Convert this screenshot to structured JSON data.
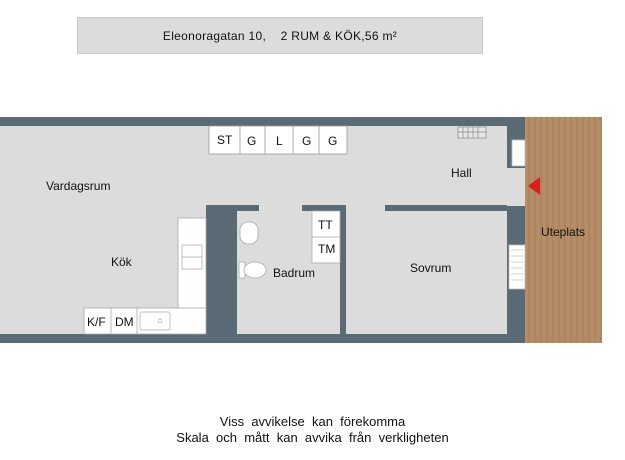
{
  "header": {
    "title": "Eleonoragatan 10,    2 RUM & KÖK,56 m²"
  },
  "rooms": {
    "vardagsrum": "Vardagsrum",
    "kok": "Kök",
    "hall": "Hall",
    "badrum": "Badrum",
    "sovrum": "Sovrum",
    "uteplats": "Uteplats"
  },
  "closets": [
    "ST",
    "G",
    "L",
    "G",
    "G"
  ],
  "bath_fixtures": {
    "tt": "TT",
    "tm": "TM"
  },
  "kitchen_fixtures": {
    "kf": "K/F",
    "dm": "DM"
  },
  "colors": {
    "wall": "#5b6b76",
    "floor": "#dcdcdc",
    "deck": "#b38a63",
    "entrance_arrow": "#e01b1b"
  },
  "footer": {
    "line1": "Viss  avvikelse  kan  förekomma",
    "line2": "Skala  och  mått  kan  avvika  från  verkligheten"
  }
}
